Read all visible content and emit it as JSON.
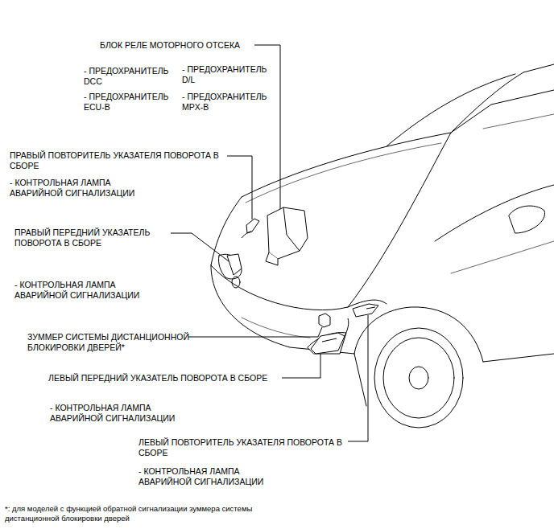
{
  "diagram": {
    "labels": [
      "БЛОК РЕЛЕ МОТОРНОГО ОТСЕКА",
      "- ПРЕДОХРАНИТЕЛЬ DCC",
      "- ПРЕДОХРАНИТЕЛЬ D/L",
      "- ПРЕДОХРАНИТЕЛЬ ECU-B",
      "- ПРЕДОХРАНИТЕЛЬ MPX-B",
      "ПРАВЫЙ ПОВТОРИТЕЛЬ УКАЗАТЕЛЯ ПОВОРОТА В СБОРЕ",
      "- КОНТРОЛЬНАЯ ЛАМПА АВАРИЙНОЙ СИГНАЛИЗАЦИИ",
      "ПРАВЫЙ ПЕРЕДНИЙ УКАЗАТЕЛЬ ПОВОРОТА В СБОРЕ",
      "- КОНТРОЛЬНАЯ ЛАМПА АВАРИЙНОЙ СИГНАЛИЗАЦИИ",
      "ЗУММЕР СИСТЕМЫ ДИСТАНЦИОННОЙ БЛОКИРОВКИ ДВЕРЕЙ*",
      "ЛЕВЫЙ ПЕРЕДНИЙ УКАЗАТЕЛЬ ПОВОРОТА В СБОРЕ",
      "- КОНТРОЛЬНАЯ ЛАМПА АВАРИЙНОЙ СИГНАЛИЗАЦИИ",
      "ЛЕВЫЙ ПОВТОРИТЕЛЬ УКАЗАТЕЛЯ ПОВОРОТА В СБОРЕ",
      "- КОНТРОЛЬНАЯ ЛАМПА АВАРИЙНОЙ СИГНАЛИЗАЦИИ",
      "*: для моделей с функцией обратной сигнализации зуммера системы дистанционной блокировки дверей"
    ]
  }
}
